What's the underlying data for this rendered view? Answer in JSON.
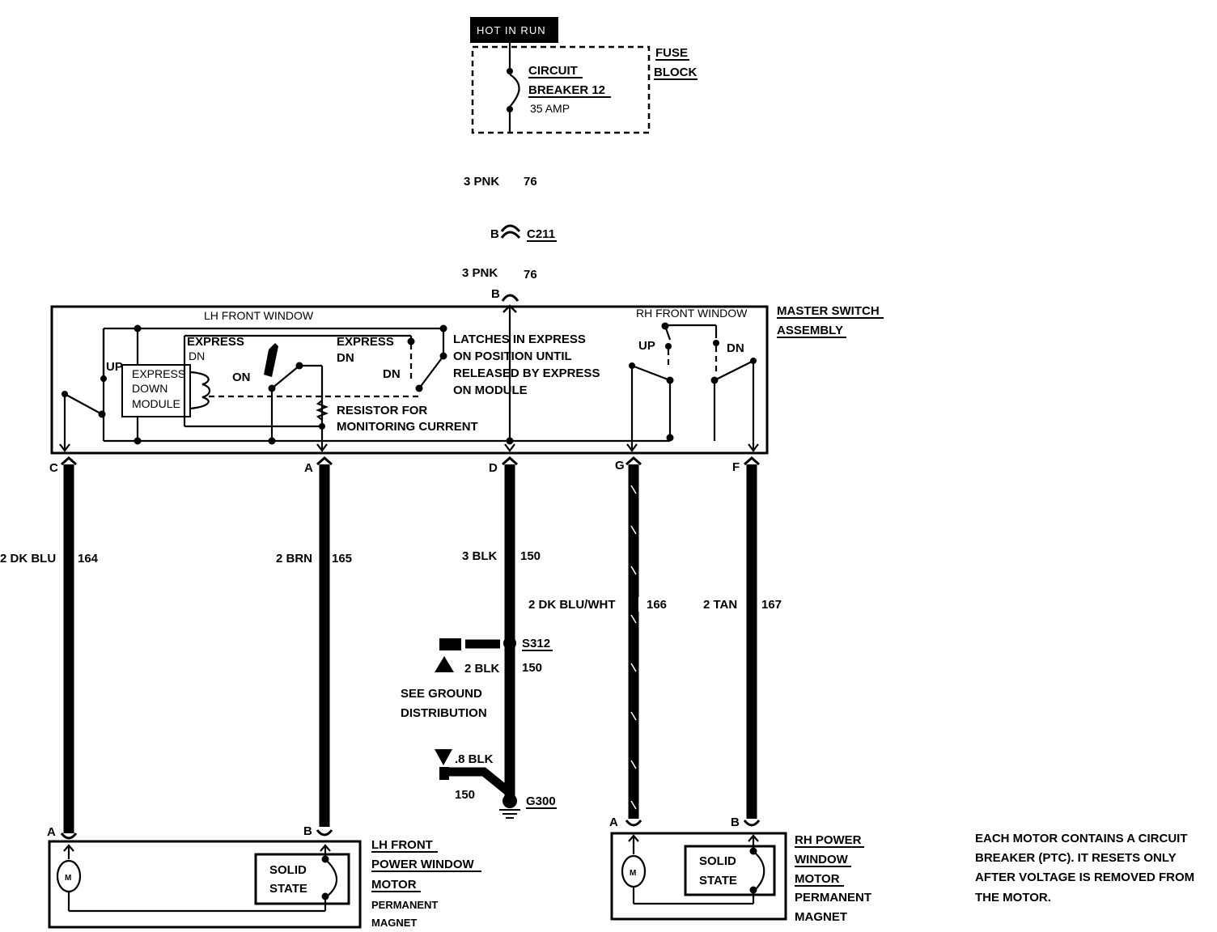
{
  "top": {
    "hot_label": "HOT IN RUN",
    "circuit_breaker_line1": "CIRCUIT",
    "circuit_breaker_line2": "BREAKER 12",
    "breaker_rating": "35 AMP",
    "fuse_block_line1": "FUSE",
    "fuse_block_line2": "BLOCK"
  },
  "feed": {
    "wire_upper_gauge": "3 PNK",
    "wire_upper_circuit": "76",
    "connector_pin": "B",
    "connector_id": "C211",
    "wire_lower_gauge": "3 PNK",
    "wire_lower_circuit": "76",
    "switch_pin": "B"
  },
  "master_switch": {
    "title_line1": "MASTER SWITCH",
    "title_line2": "ASSEMBLY",
    "lh_label": "LH FRONT WINDOW",
    "rh_label": "RH FRONT WINDOW",
    "express_dn_1_line1": "EXPRESS",
    "express_dn_1_line2": "DN",
    "express_dn_2_line1": "EXPRESS",
    "express_dn_2_line2": "DN",
    "up_label_lh": "UP",
    "on_label": "ON",
    "dn_label_lh": "DN",
    "module_line1": "EXPRESS",
    "module_line2": "DOWN",
    "module_line3": "MODULE",
    "latch_line1": "LATCHES IN EXPRESS",
    "latch_line2": "ON POSITION UNTIL",
    "latch_line3": "RELEASED BY EXPRESS",
    "latch_line4": "ON MODULE",
    "resistor_line1": "RESISTOR FOR",
    "resistor_line2": "MONITORING CURRENT",
    "up_label_rh": "UP",
    "dn_label_rh": "DN"
  },
  "pins": {
    "c": "C",
    "a": "A",
    "d": "D",
    "g": "G",
    "f": "F"
  },
  "wires": {
    "w164_gauge": "2 DK BLU",
    "w164_circuit": "164",
    "w165_gauge": "2 BRN",
    "w165_circuit": "165",
    "w150_gauge": "3 BLK",
    "w150_circuit": "150",
    "w166_gauge": "2 DK BLU/WHT",
    "w166_circuit": "166",
    "w167_gauge": "2 TAN",
    "w167_circuit": "167"
  },
  "ground": {
    "splice_id": "S312",
    "splice_gauge": "2 BLK",
    "splice_circuit": "150",
    "see_line1": "SEE GROUND",
    "see_line2": "DISTRIBUTION",
    "small_gauge": ".8 BLK",
    "small_circuit": "150",
    "ground_id": "G300"
  },
  "lh_motor": {
    "pin_a": "A",
    "pin_b": "B",
    "motor_symbol": "M",
    "solid_state_line1": "SOLID",
    "solid_state_line2": "STATE",
    "title_line1": "LH FRONT",
    "title_line2": "POWER WINDOW",
    "title_line3": "MOTOR",
    "sub_line1": "PERMANENT",
    "sub_line2": "MAGNET"
  },
  "rh_motor": {
    "pin_a": "A",
    "pin_b": "B",
    "motor_symbol": "M",
    "solid_state_line1": "SOLID",
    "solid_state_line2": "STATE",
    "title_line1": "RH POWER",
    "title_line2": "WINDOW",
    "title_line3": "MOTOR",
    "sub_line1": "PERMANENT",
    "sub_line2": "MAGNET"
  },
  "note": {
    "line1": "EACH MOTOR CONTAINS A CIRCUIT",
    "line2": "BREAKER (PTC).  IT RESETS ONLY",
    "line3": "AFTER VOLTAGE IS REMOVED FROM",
    "line4": "THE MOTOR."
  }
}
